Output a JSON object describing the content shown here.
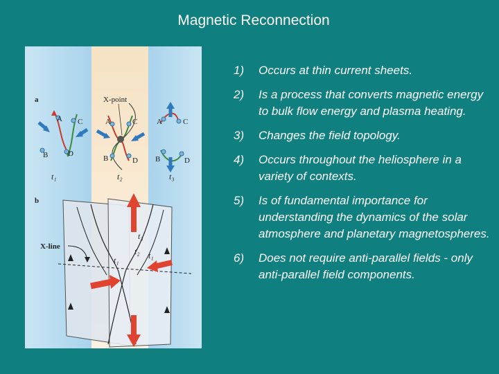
{
  "slide": {
    "title": "Magnetic Reconnection"
  },
  "figure": {
    "panel_a_label": "a",
    "panel_b_label": "b",
    "xpoint_label": "X-point",
    "xline_label": "X-line",
    "time_labels": [
      "t1",
      "t2",
      "t3"
    ],
    "point_labels": [
      "A",
      "B",
      "C",
      "D"
    ],
    "colors": {
      "sky": "#b9dcef",
      "beige": "#f7e6cd",
      "red_arrow": "#e0432f",
      "blue_arrow": "#2f79bd",
      "field_red": "#c93a2c",
      "field_green": "#3b8a3b"
    }
  },
  "points": [
    {
      "num": "1)",
      "text": "Occurs at thin current sheets."
    },
    {
      "num": "2)",
      "text": "Is a process that converts magnetic energy to bulk flow energy and plasma heating."
    },
    {
      "num": "3)",
      "text": "Changes the field topology."
    },
    {
      "num": "4)",
      "text": "Occurs throughout the heliosphere in a variety of contexts."
    },
    {
      "num": "5)",
      "text": "Is of fundamental importance for understanding the dynamics of the solar atmosphere and planetary magnetospheres."
    },
    {
      "num": "6)",
      "text": "Does not require anti-parallel fields - only anti-parallel field components."
    }
  ]
}
